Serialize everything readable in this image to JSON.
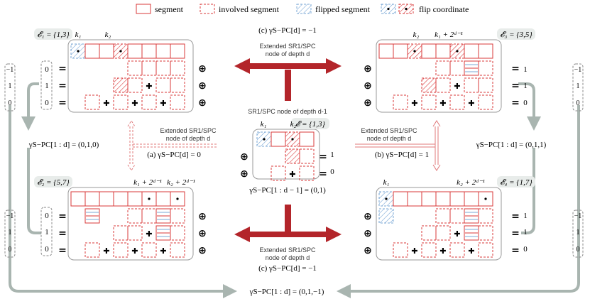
{
  "legend": {
    "segment": "segment",
    "involved": "involved segment",
    "flipped": "flipped segment",
    "flip_coord": "flip coordinate"
  },
  "colors": {
    "red": "#d9383a",
    "blue": "#7aa7d6",
    "gray": "#a9b5b0",
    "dark_red": "#b3252a"
  },
  "ops": {
    "eq": "=",
    "oplus": "⊕",
    "plus": "✚"
  },
  "center": {
    "title": "SR1/SPC node of depth d-1",
    "set": "𝓔 = {1,3}",
    "k1": "k₁",
    "k2": "k₂",
    "row_vals": [
      "1",
      "0"
    ],
    "gamma": "γS−PC[1 : d − 1] = (0,1)"
  },
  "top": {
    "caption": "(c) γS−PC[d] = −1",
    "arrow_label_1": "Extended SR1/SPC",
    "arrow_label_2": "node of depth d"
  },
  "bottom": {
    "caption": "(c) γS−PC[d] = −1",
    "arrow_label_1": "Extended SR1/SPC",
    "arrow_label_2": "node of depth d"
  },
  "left_mid": {
    "label_1": "Extended SR1/SPC",
    "label_2": "node of depth d",
    "caption": "(a) γS−PC[d] = 0"
  },
  "right_mid": {
    "label_1": "Extended SR1/SPC",
    "label_2": "node of depth d",
    "caption": "(b) γS−PC[d] = 1"
  },
  "tl": {
    "set": "𝓔₁ = {1,3}",
    "k1": "k₁",
    "k2": "k₂",
    "row_vals": [
      "0",
      "1",
      "0"
    ],
    "side_vals": [
      "−1",
      "1",
      "0"
    ],
    "gamma": "γS−PC[1 : d] = (0,1,0)"
  },
  "tr": {
    "set": "𝓔₃ = {3,5}",
    "k2": "k₂",
    "k3": "k₁ + 2ᵈ⁻¹",
    "row_vals": [
      "1",
      "1",
      "0"
    ],
    "side_vals": [
      "−1",
      "1",
      "0"
    ],
    "gamma": "γS−PC[1 : d] = (0,1,1)"
  },
  "bl": {
    "set": "𝓔₂ = {5,7}",
    "k1": "k₁ + 2ᵈ⁻¹",
    "k2": "k₂ + 2ᵈ⁻¹",
    "row_vals": [
      "0",
      "1",
      "0"
    ],
    "side_vals": [
      "−1",
      "1",
      "0"
    ]
  },
  "br": {
    "set": "𝓔₄ = {1,7}",
    "k1": "k₁",
    "k2": "k₂ + 2ᵈ⁻¹",
    "row_vals": [
      "1",
      "1",
      "0"
    ],
    "side_vals": [
      "−1",
      "1",
      "0"
    ]
  },
  "bottom_gamma": "γS−PC[1 : d] = (0,1,−1)"
}
